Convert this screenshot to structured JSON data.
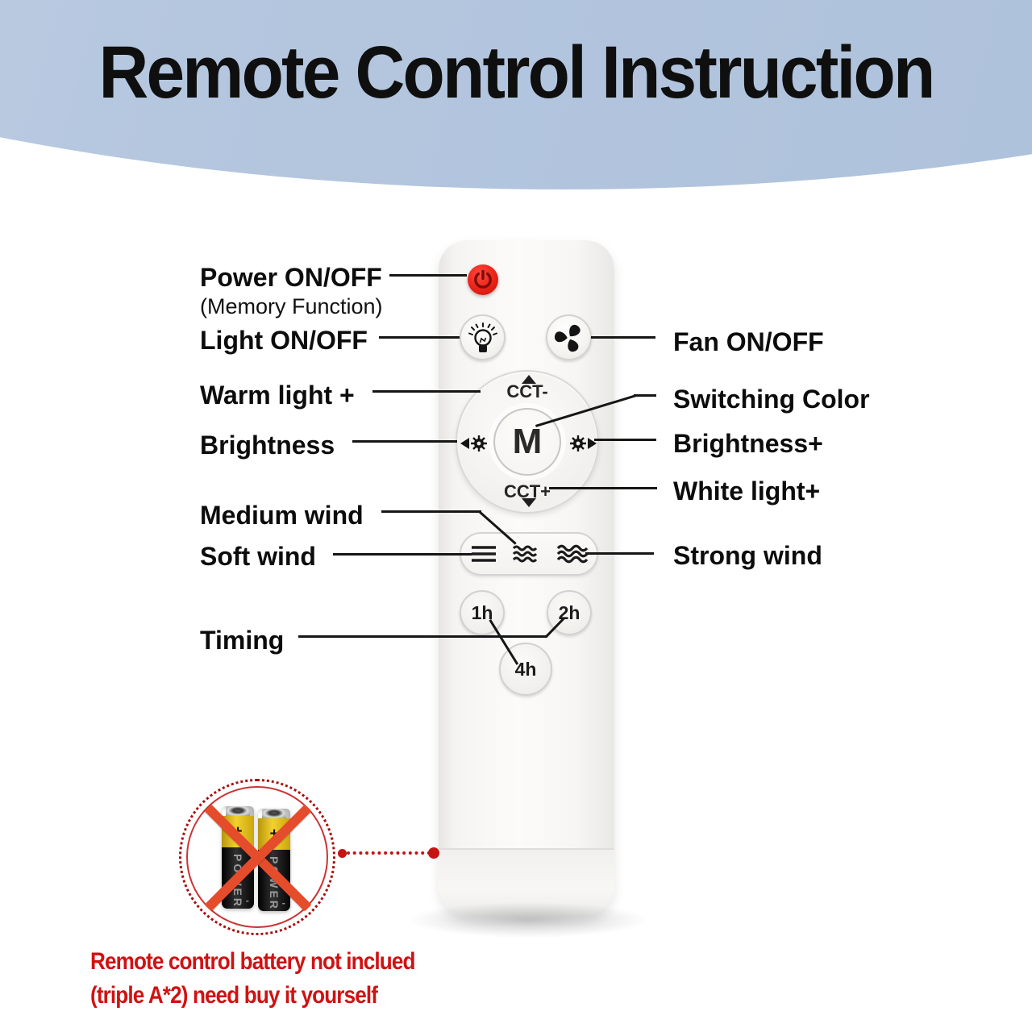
{
  "header": {
    "title": "Remote Control Instruction"
  },
  "left_labels": {
    "power": {
      "text": "Power ON/OFF",
      "sub": "(Memory Function)"
    },
    "light": {
      "text": "Light ON/OFF"
    },
    "warm": {
      "text": "Warm light +"
    },
    "brightness": {
      "text": "Brightness"
    },
    "medium_wind": {
      "text": "Medium wind"
    },
    "soft_wind": {
      "text": "Soft wind"
    },
    "timing": {
      "text": "Timing"
    }
  },
  "right_labels": {
    "fan": {
      "text": "Fan ON/OFF"
    },
    "switching_color": {
      "text": "Switching Color"
    },
    "brightness_plus": {
      "text": "Brightness+"
    },
    "white_light": {
      "text": "White light+"
    },
    "strong_wind": {
      "text": "Strong wind"
    }
  },
  "remote": {
    "cct_minus": "CCT-",
    "cct_plus": "CCT+",
    "mode": "M",
    "timer_1h": "1h",
    "timer_2h": "2h",
    "timer_4h": "4h"
  },
  "battery_note": {
    "line1": "Remote control battery not inclued",
    "line2": "(triple A*2) need buy it yourself",
    "battery_brand": "POWER",
    "plus": "+",
    "minus": "-"
  },
  "colors": {
    "banner_blue": "#b5c7df",
    "power_button_red": "#ea2118",
    "note_red": "#d01212",
    "cross_red": "#e54c2b",
    "line_black": "#161616"
  }
}
